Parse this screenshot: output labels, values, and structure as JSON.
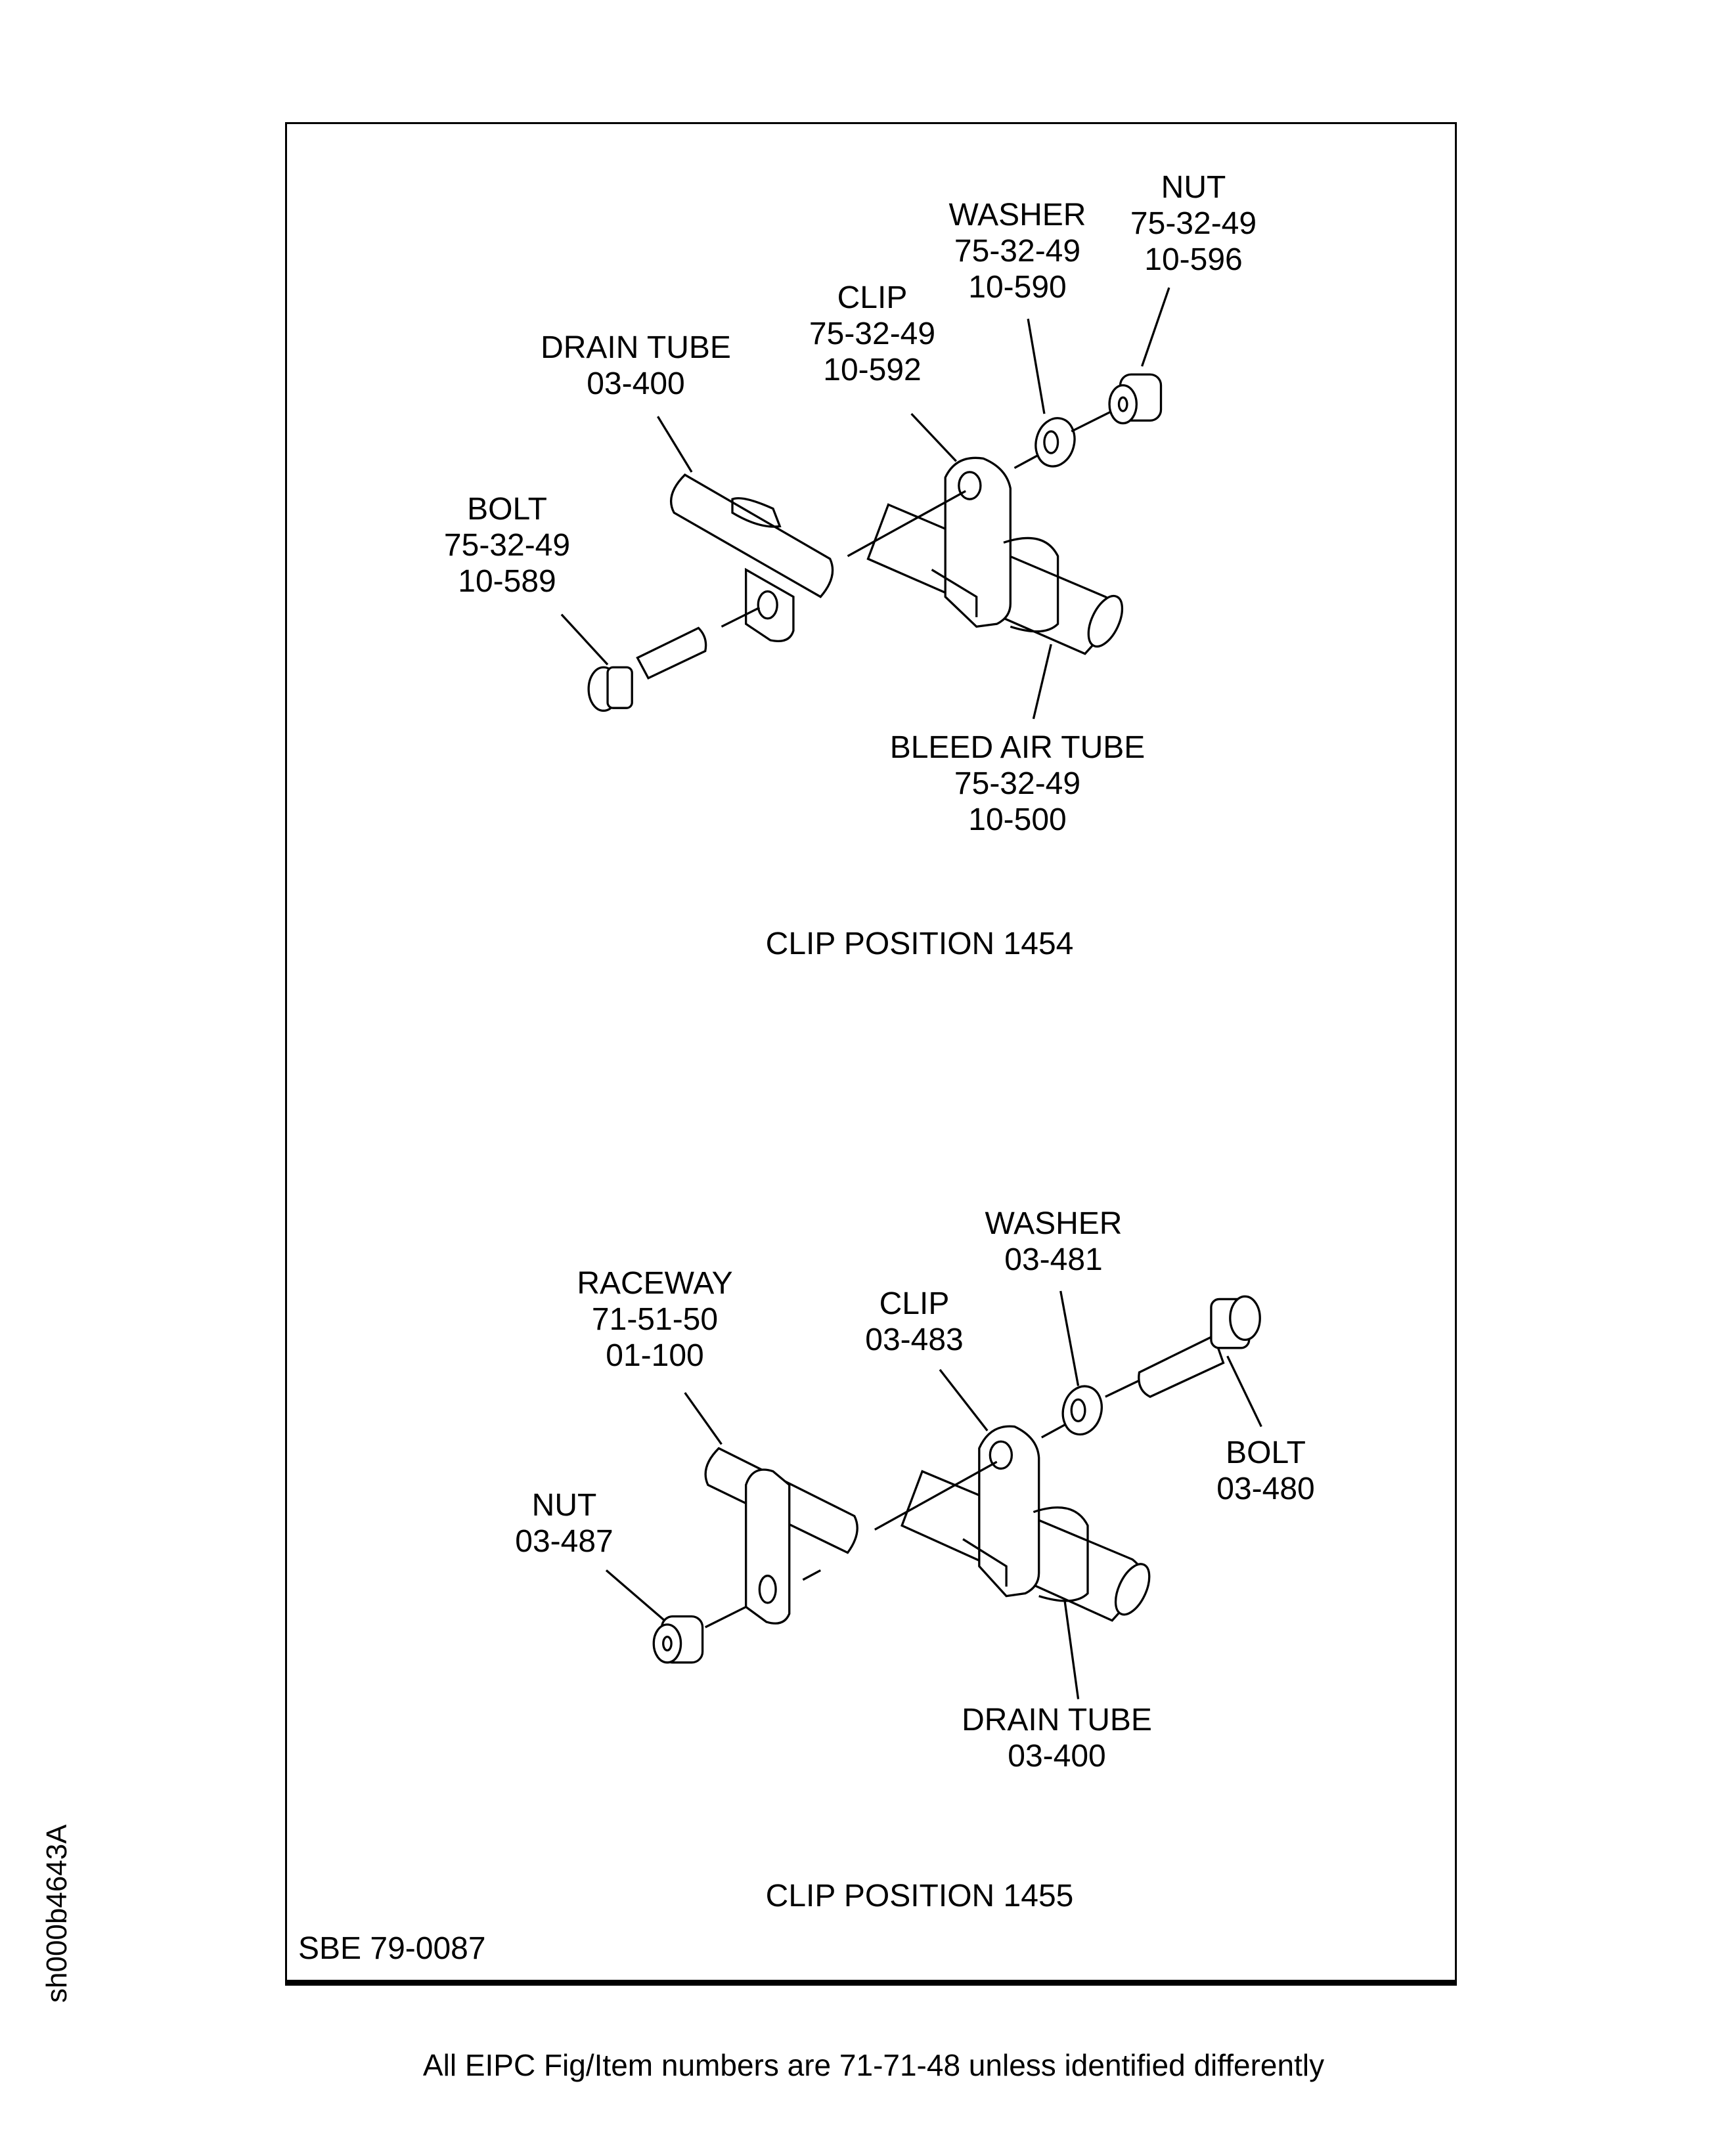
{
  "figure": {
    "top": {
      "caption": "CLIP POSITION 1454",
      "labels": {
        "nut": [
          "NUT",
          "75-32-49",
          "10-596"
        ],
        "washer": [
          "WASHER",
          "75-32-49",
          "10-590"
        ],
        "clip": [
          "CLIP",
          "75-32-49",
          "10-592"
        ],
        "drain_tube": [
          "DRAIN TUBE",
          "03-400"
        ],
        "bolt": [
          "BOLT",
          "75-32-49",
          "10-589"
        ],
        "bleed_air_tube": [
          "BLEED AIR TUBE",
          "75-32-49",
          "10-500"
        ]
      }
    },
    "bottom": {
      "caption": "CLIP POSITION 1455",
      "labels": {
        "washer": [
          "WASHER",
          "03-481"
        ],
        "raceway": [
          "RACEWAY",
          "71-51-50",
          "01-100"
        ],
        "clip": [
          "CLIP",
          "03-483"
        ],
        "nut": [
          "NUT",
          "03-487"
        ],
        "bolt": [
          "BOLT",
          "03-480"
        ],
        "drain_tube": [
          "DRAIN TUBE",
          "03-400"
        ]
      }
    },
    "reference": "SBE 79-0087"
  },
  "footer_note": "All EIPC Fig/Item numbers are 71-71-48 unless identified differently",
  "drawing_id": "sh000b4643A"
}
